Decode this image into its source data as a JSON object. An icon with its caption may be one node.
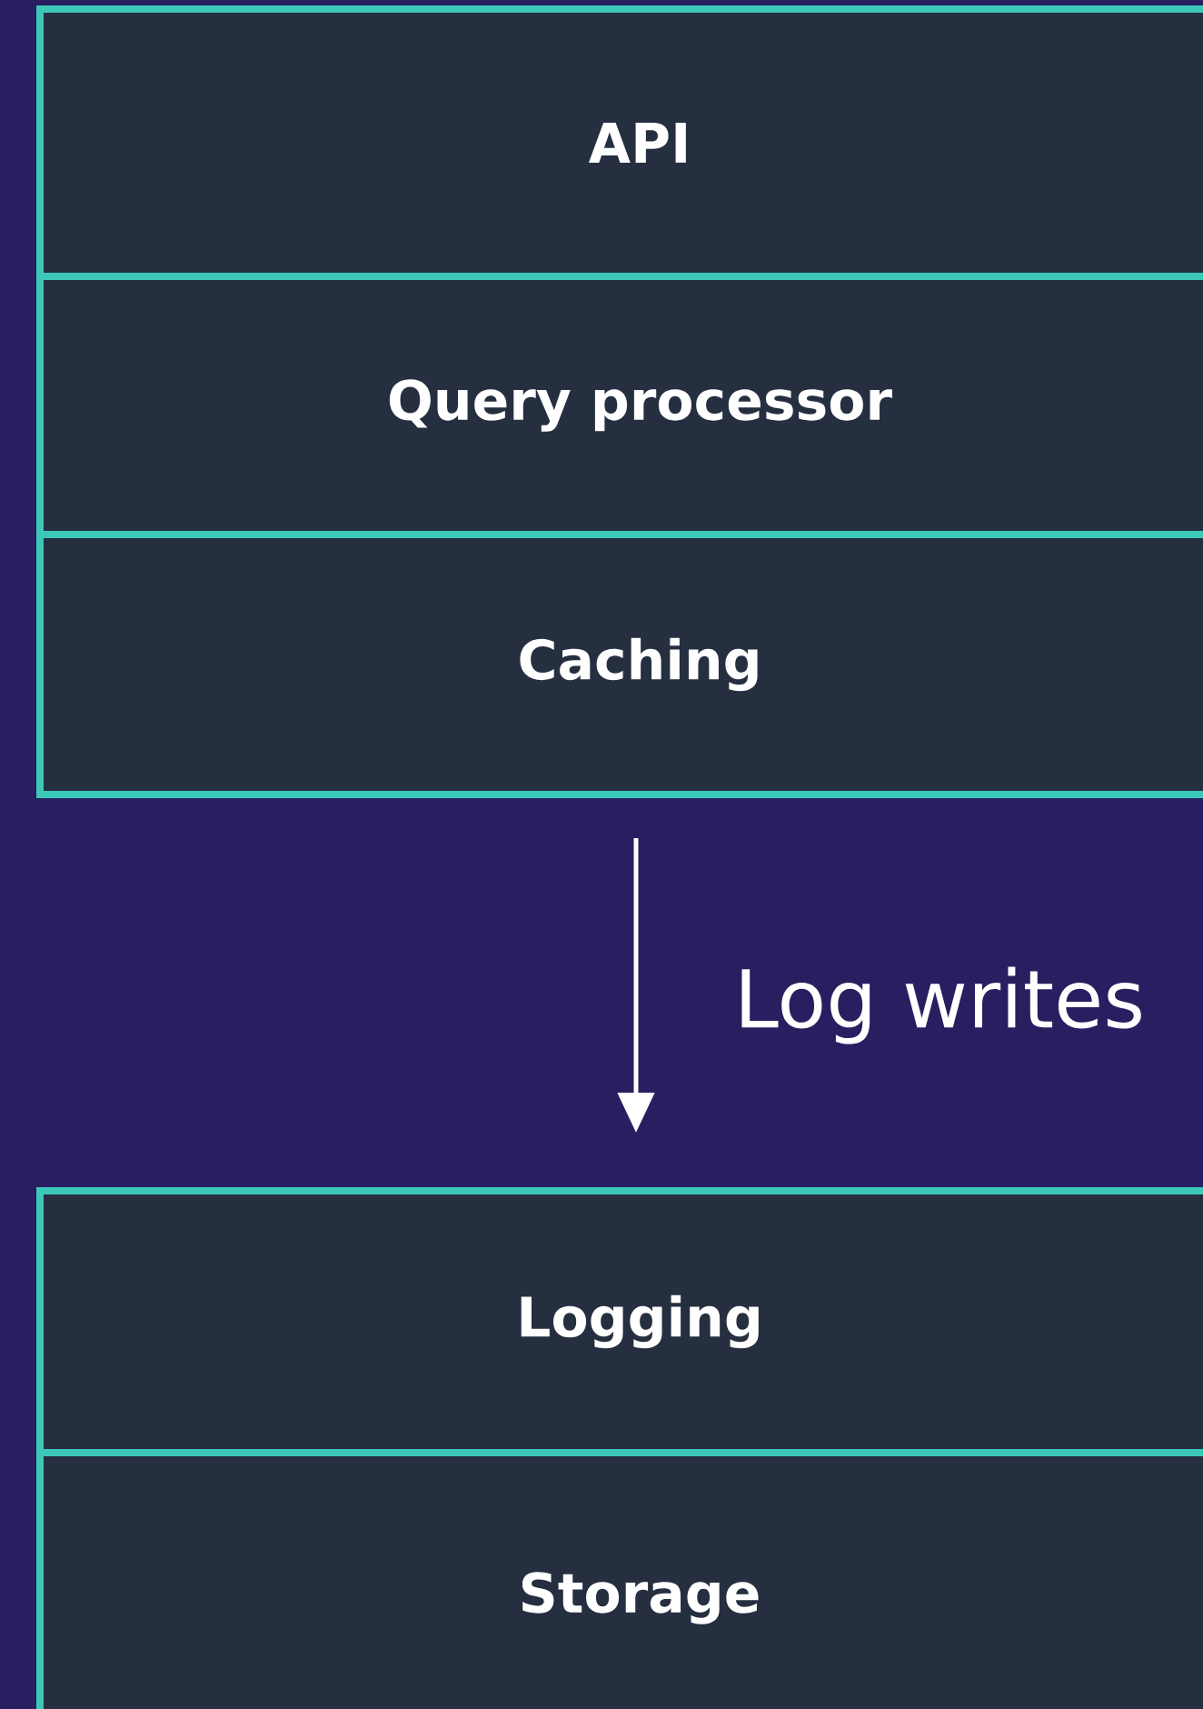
{
  "diagram": {
    "nodes": [
      {
        "text": [
          "API"
        ]
      },
      {
        "text": [
          "Query processor"
        ]
      },
      {
        "text": [
          "Caching"
        ]
      },
      {
        "text": [
          "Logging"
        ]
      },
      {
        "text": [
          "Storage"
        ]
      }
    ],
    "edges": [
      {
        "from": 2,
        "to": 3,
        "arrow": "to",
        "label": "Log writes"
      }
    ]
  }
}
